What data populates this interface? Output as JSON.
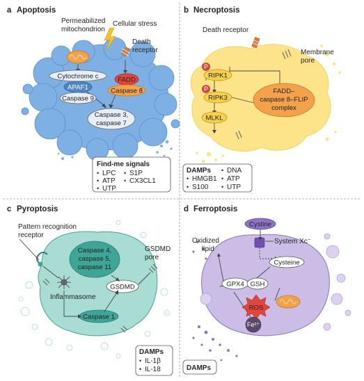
{
  "panels": {
    "a": {
      "letter": "a",
      "title": "Apoptosis",
      "labels": {
        "permeabilized": [
          "Permeabilized",
          "mitochondrion"
        ],
        "stress": "Cellular stress",
        "death": [
          "Death",
          "receptor"
        ]
      },
      "nodes": {
        "cytc": "Cytochrome c",
        "apaf1": "APAF1",
        "casp9": "Caspase 9",
        "fadd": "FADD",
        "casp8": "Caspase 8",
        "casp37": [
          "Caspase 3,",
          "caspase 7"
        ]
      },
      "box": {
        "title": "Find-me signals",
        "items": [
          "LPC",
          "ATP",
          "UTP",
          "S1P",
          "CX3CL1"
        ]
      }
    },
    "b": {
      "letter": "b",
      "title": "Necroptosis",
      "labels": {
        "death": "Death receptor",
        "pore": [
          "Membrane",
          "pore"
        ]
      },
      "nodes": {
        "p": "P",
        "ripk1": "RIPK1",
        "ripk3": "RIPK3",
        "mlkl": "MLKL",
        "complex": [
          "FADD–",
          "caspase 8–FLIP",
          "complex"
        ]
      },
      "box": {
        "title": "DAMPs",
        "items": [
          "HMGB1",
          "S100",
          "DNA",
          "ATP",
          "UTP"
        ]
      }
    },
    "c": {
      "letter": "c",
      "title": "Pyroptosis",
      "labels": {
        "prr": [
          "Pattern recognition",
          "receptor"
        ],
        "pore": [
          "GSDMD",
          "pore"
        ],
        "inflammasome": "Inflammasome"
      },
      "nodes": {
        "casp45": [
          "Caspase 4,",
          "caspase 5,",
          "caspase 11"
        ],
        "gsdmd": "GSDMD",
        "casp1": "Caspase 1"
      },
      "box": {
        "title": "DAMPs",
        "items": [
          "IL-1β",
          "IL-18"
        ]
      }
    },
    "d": {
      "letter": "d",
      "title": "Ferroptosis",
      "labels": {
        "oxlipid": [
          "Oxidized",
          "lipid"
        ],
        "systemxc": "System Xc⁻"
      },
      "nodes": {
        "cystine": "Cystine",
        "cysteine": "Cysteine",
        "gpx4": "GPX4",
        "gsh": "GSH",
        "ros": "ROS",
        "fe": "Fe²⁺"
      },
      "box": {
        "title": "DAMPs"
      }
    }
  },
  "colors": {
    "apoptosis_cell": "#7fb0e3",
    "apoptosis_dark": "#5a8fcb",
    "necroptosis_cell": "#fde38a",
    "necroptosis_dark": "#f5cc4a",
    "pyroptosis_cell": "#a9dcd3",
    "pyroptosis_dark": "#3ea597",
    "ferroptosis_cell": "#cbbde6",
    "ferroptosis_dark": "#8b74c3",
    "orange": "#f2a24a",
    "red": "#e0473a"
  }
}
